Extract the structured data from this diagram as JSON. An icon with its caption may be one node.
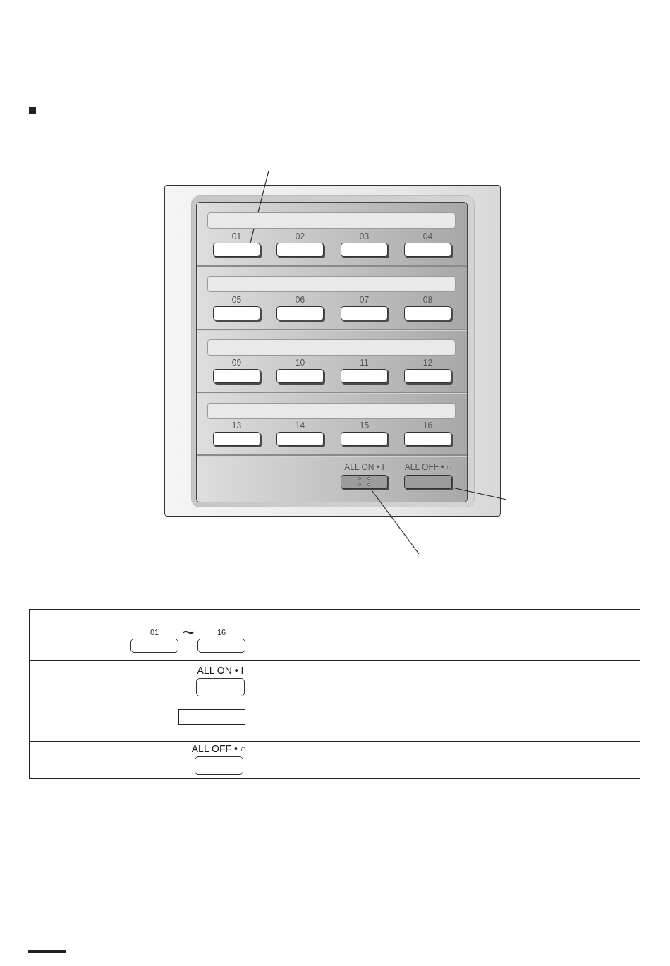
{
  "diagram": {
    "nodes": [
      {
        "text": [],
        "shape": "bar"
      },
      {
        "text": [
          "01"
        ]
      },
      {
        "text": [
          "02"
        ]
      },
      {
        "text": [
          "03"
        ]
      },
      {
        "text": [
          "04"
        ]
      },
      {
        "text": [],
        "shape": "bar"
      },
      {
        "text": [
          "05"
        ]
      },
      {
        "text": [
          "06"
        ]
      },
      {
        "text": [
          "07"
        ]
      },
      {
        "text": [
          "08"
        ]
      },
      {
        "text": [],
        "shape": "bar"
      },
      {
        "text": [
          "09"
        ]
      },
      {
        "text": [
          "10"
        ]
      },
      {
        "text": [
          "11"
        ]
      },
      {
        "text": [
          "12"
        ]
      },
      {
        "text": [],
        "shape": "bar"
      },
      {
        "text": [
          "13"
        ]
      },
      {
        "text": [
          "14"
        ]
      },
      {
        "text": [
          "15"
        ]
      },
      {
        "text": [
          "16"
        ]
      },
      {
        "text": [
          "ALL ON • I"
        ]
      },
      {
        "text": [
          "ALL OFF • ○"
        ]
      },
      {
        "text": [
          "01"
        ]
      },
      {
        "text": [
          "16"
        ]
      },
      {
        "text": [
          "ALL ON • I"
        ]
      },
      {
        "text": [],
        "shape": "box"
      },
      {
        "text": [
          "ALL OFF • ○"
        ]
      }
    ],
    "edges": [
      {
        "from": null,
        "to": 1,
        "arrow": "none"
      },
      {
        "from": null,
        "to": 20,
        "arrow": "none"
      },
      {
        "from": null,
        "to": 21,
        "arrow": "none"
      }
    ],
    "labels": [
      "~"
    ]
  }
}
